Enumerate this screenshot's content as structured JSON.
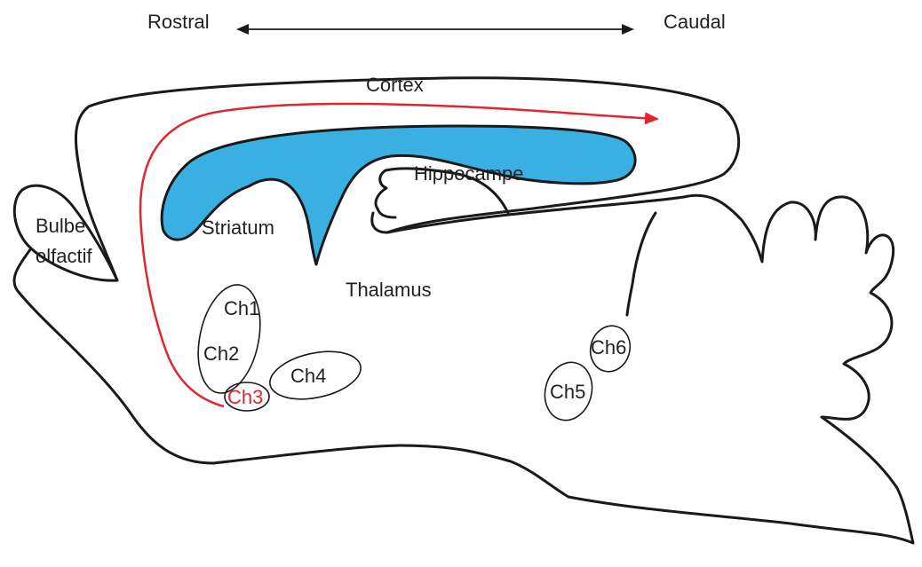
{
  "orientation": {
    "left": "Rostral",
    "right": "Caudal"
  },
  "regions": {
    "cortex": "Cortex",
    "hippocampus": "Hippocampe",
    "striatum": "Striatum",
    "olfactory_bulb_line1": "Bulbe",
    "olfactory_bulb_line2": "olfactif",
    "thalamus": "Thalamus"
  },
  "nuclei": {
    "ch1": "Ch1",
    "ch2": "Ch2",
    "ch3": "Ch3",
    "ch4": "Ch4",
    "ch5": "Ch5",
    "ch6": "Ch6"
  },
  "colors": {
    "ventricle": "#3ab0e2",
    "pathway": "#e0262f",
    "outline": "#1a1a1a",
    "text": "#231f20"
  }
}
